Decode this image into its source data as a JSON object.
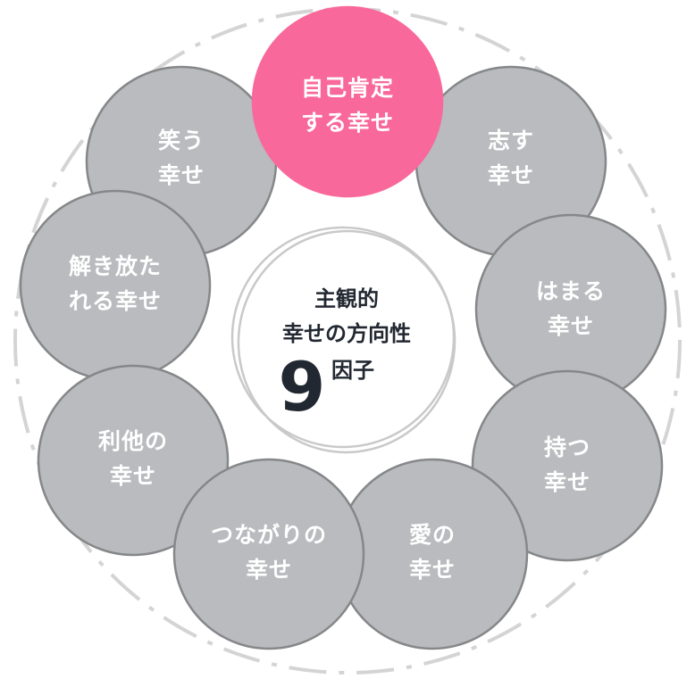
{
  "colors": {
    "factor_fill": "#b9bbbe",
    "factor_stroke": "#858789",
    "highlight_fill": "#f9689a",
    "outer_dash": "#d4d4d4",
    "center_ring": "#c9c9c9",
    "center_text": "#222831",
    "label_text": "#ffffff"
  },
  "center": {
    "line1": "主観的",
    "line2": "幸せの方向性",
    "number": "9",
    "unit": "因子"
  },
  "factors": [
    {
      "line1": "自己肯定",
      "line2": "する幸せ",
      "highlight": true
    },
    {
      "line1": "志す",
      "line2": "幸せ",
      "highlight": false
    },
    {
      "line1": "はまる",
      "line2": "幸せ",
      "highlight": false
    },
    {
      "line1": "持つ",
      "line2": "幸せ",
      "highlight": false
    },
    {
      "line1": "愛の",
      "line2": "幸せ",
      "highlight": false
    },
    {
      "line1": "つながりの",
      "line2": "幸せ",
      "highlight": false
    },
    {
      "line1": "利他の",
      "line2": "幸せ",
      "highlight": false
    },
    {
      "line1": "解き放た",
      "line2": "れる幸せ",
      "highlight": false
    },
    {
      "line1": "笑う",
      "line2": "幸せ",
      "highlight": false
    }
  ]
}
